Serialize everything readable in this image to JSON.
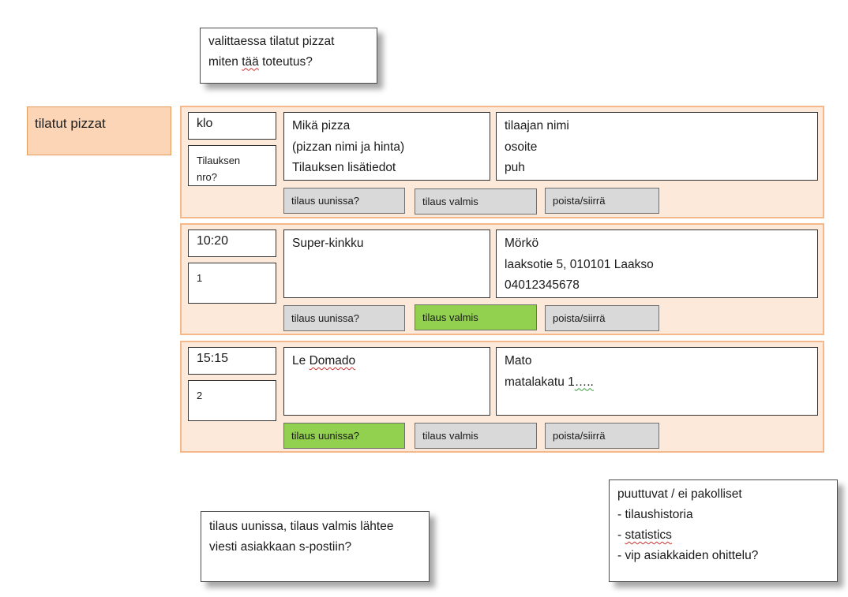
{
  "top_note": {
    "line1": "valittaessa tilatut pizzat",
    "line2_pre": "miten ",
    "line2_flag": "tää",
    "line2_post": " toteutus?"
  },
  "title": "tilatut pizzat",
  "header_row": {
    "time": "klo",
    "order_number_line1": "Tilauksen",
    "order_number_line2": "nro?",
    "pizza_lines": [
      "Mikä pizza",
      "(pizzan nimi ja hinta)",
      "Tilauksen lisätiedot"
    ],
    "customer_lines": [
      "tilaajan nimi",
      "osoite",
      "puh"
    ],
    "buttons": [
      "tilaus uunissa?",
      "tilaus valmis",
      "poista/siirrä"
    ]
  },
  "orders": [
    {
      "time": "10:20",
      "order_number": "1",
      "pizza": "Super-kinkku",
      "customer_lines": [
        "Mörkö",
        "laaksotie 5, 010101 Laakso",
        "04012345678"
      ],
      "buttons": [
        "tilaus uunissa?",
        "tilaus valmis",
        "poista/siirrä"
      ],
      "active_button": "tilaus valmis"
    },
    {
      "time": "15:15",
      "order_number": "2",
      "pizza_pre": "Le ",
      "pizza_flag": "Domado",
      "customer_name": "Mato",
      "address_pre": "matalakatu 1",
      "address_flag": "…..",
      "buttons": [
        "tilaus uunissa?",
        "tilaus valmis",
        "poista/siirrä"
      ],
      "active_button": "tilaus uunissa?"
    }
  ],
  "bottom_note": {
    "line1": "tilaus uunissa, tilaus valmis lähtee",
    "line2": "viesti asiakkaan s-postiin?"
  },
  "missing_note": {
    "heading": "puuttuvat / ei pakolliset",
    "item1": "- tilaushistoria",
    "item2_pre": "- ",
    "item2_flag": "statistics",
    "item3": "- vip asiakkaiden ohittelu?"
  },
  "colors": {
    "row_fill": "#fde9d9",
    "row_border": "#f5b88a",
    "title_fill": "#fbd5b5",
    "button_default": "#d9d9d9",
    "button_active": "#92d050"
  }
}
